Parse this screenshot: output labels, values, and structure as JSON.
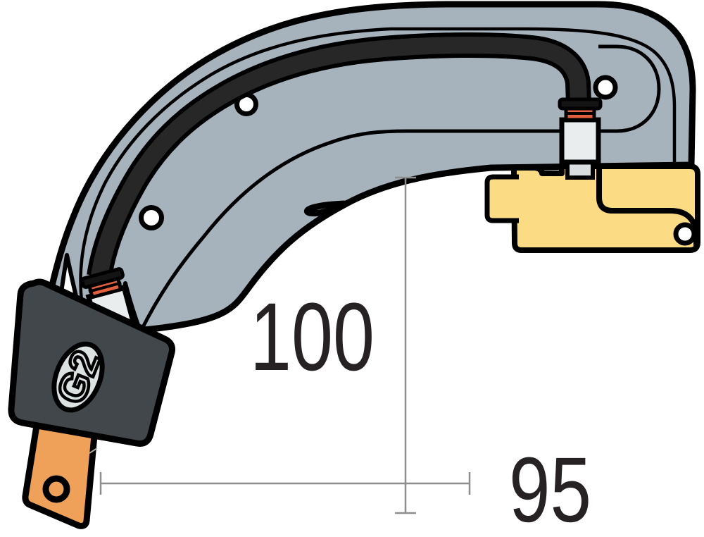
{
  "title": "Spot welding gun arm technical illustration",
  "annotations": {
    "vertical_dim_label": "100",
    "horizontal_dim_label": "95",
    "badge_label": "G2"
  },
  "colors": {
    "background": "#ffffff",
    "arm": "#a6b3bd",
    "outline": "#000000",
    "hose": "#272727",
    "block": "#fbdc84",
    "fitting_body": "#e9edee",
    "fitting_tip": "#d9dee1",
    "fitting_nut": "#141414",
    "oring": "#e2603d",
    "holder": "#42474c",
    "badge_bg": "#dce2e2",
    "electrode": "#f0a159",
    "hole_fill": "#ffffff",
    "gap_fill": "#ffffff",
    "dimension_line": "#8e8e8e",
    "dimension_text": "#262224"
  }
}
